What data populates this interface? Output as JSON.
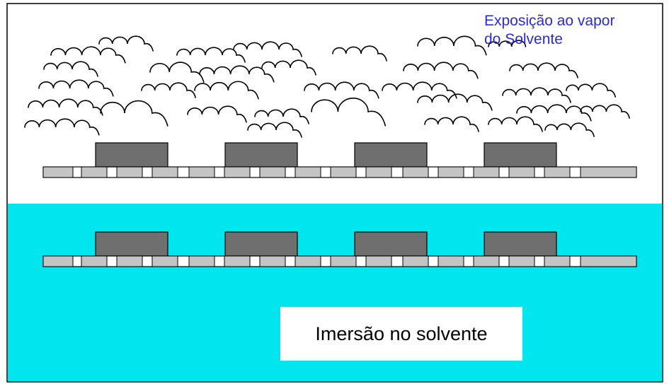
{
  "vapor_label": {
    "line1": "Exposição ao vapor",
    "line2": "do Solvente"
  },
  "immersion_label": "Imersão no solvente",
  "colors": {
    "solvent": "#00e5ee",
    "vapor_text": "#2b2bd6",
    "component_body": "#6f6f6f",
    "pad": "#c4c4c4",
    "outline": "#000000"
  },
  "boards": [
    {
      "section": "vapor",
      "components": 4
    },
    {
      "section": "immersion",
      "components": 4
    }
  ]
}
